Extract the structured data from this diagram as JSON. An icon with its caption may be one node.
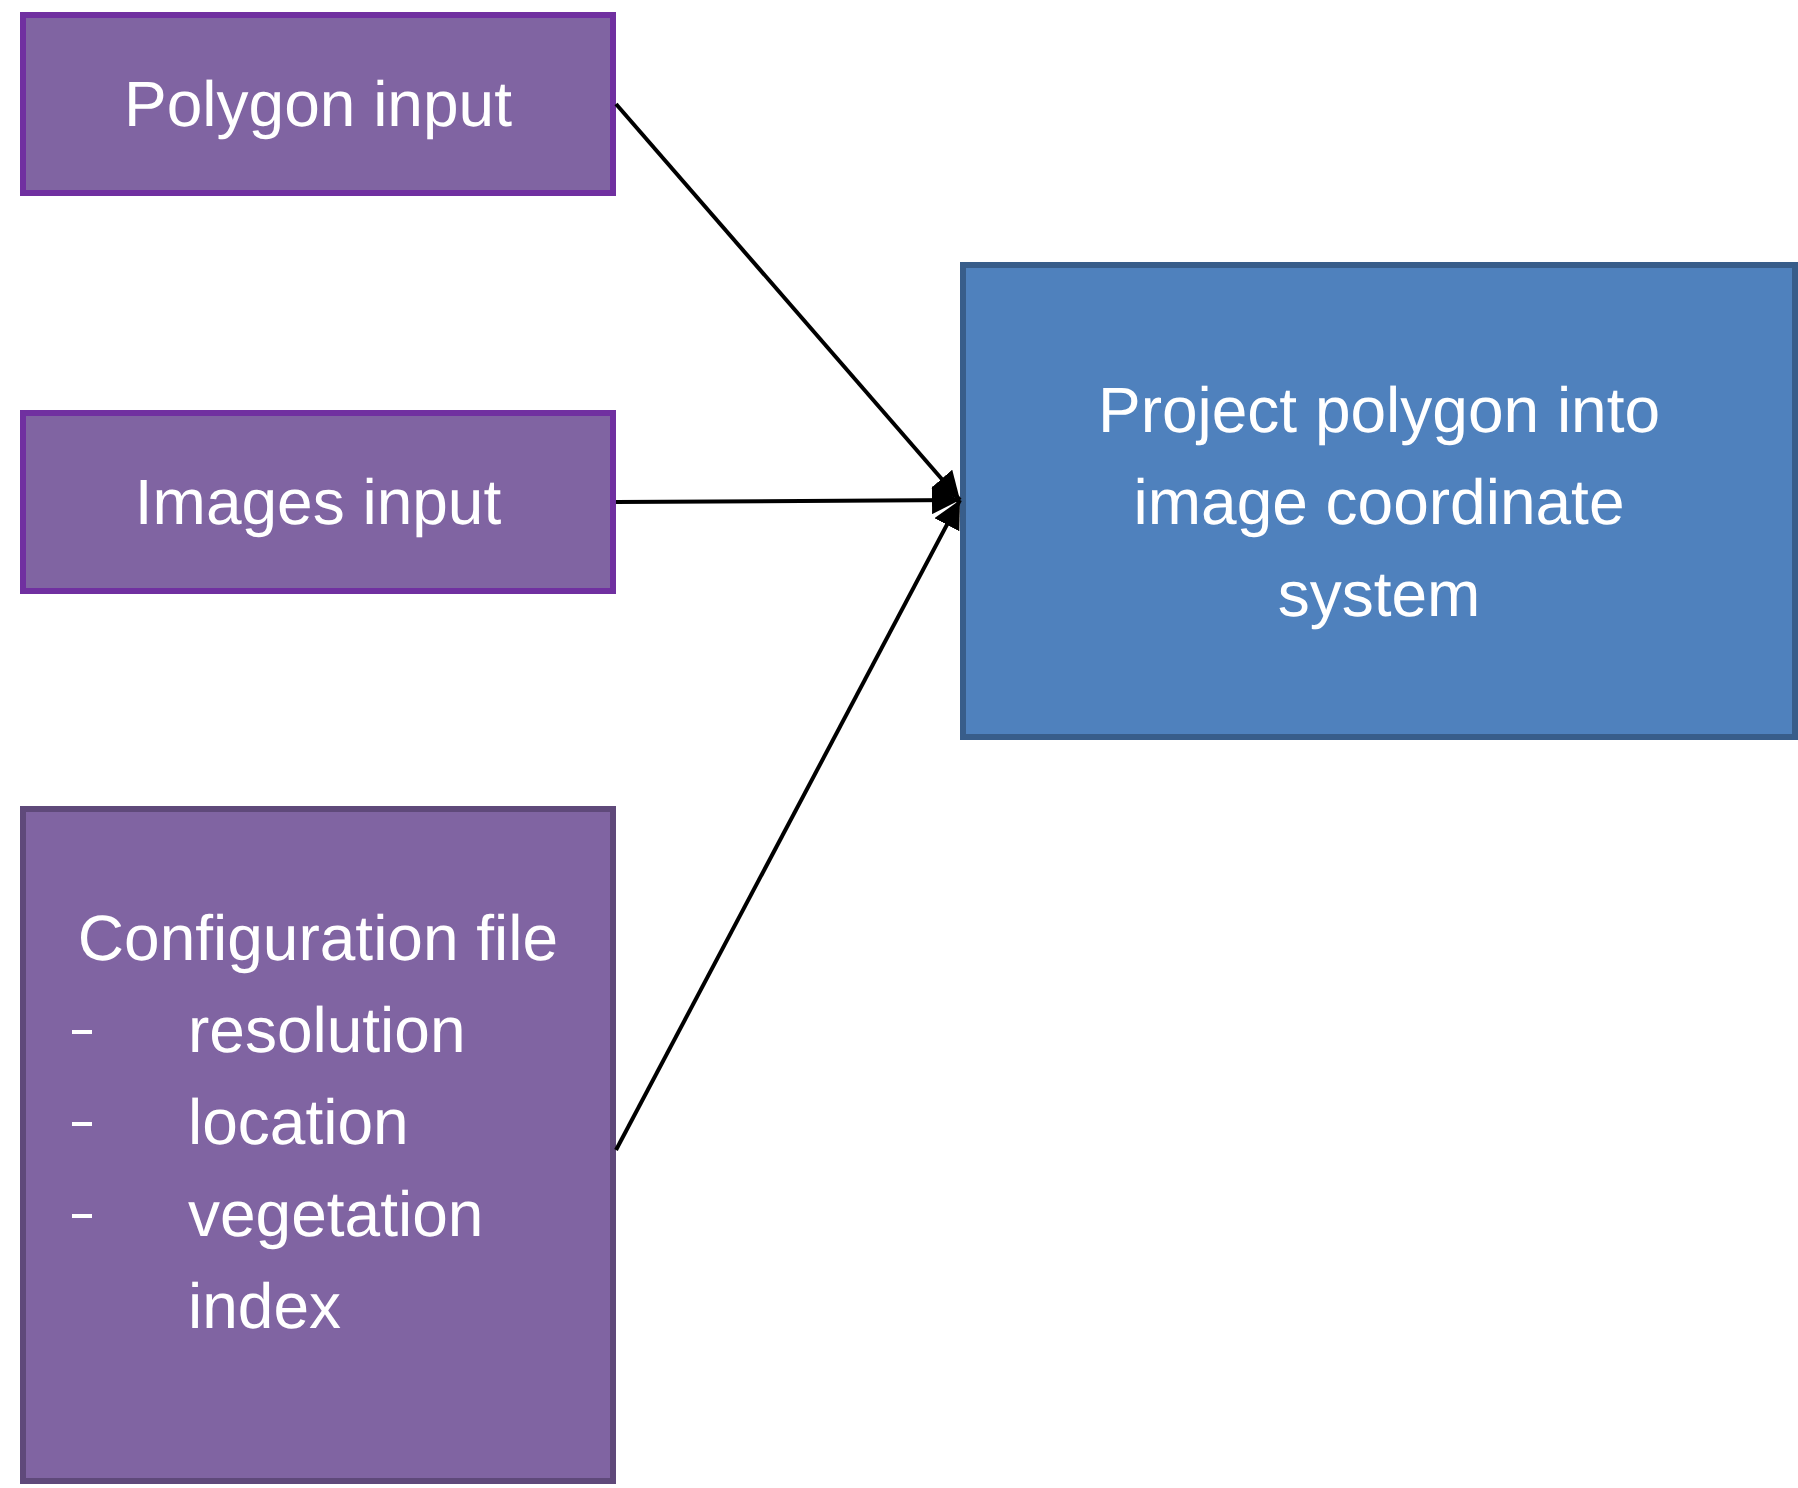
{
  "diagram": {
    "nodes": [
      {
        "text": [
          "Polygon input"
        ]
      },
      {
        "text": [
          "Images input"
        ]
      },
      {
        "text": [
          "Configuration file",
          "resolution",
          "location",
          "vegetation index"
        ]
      },
      {
        "text": [
          "Project polygon into image coordinate system"
        ]
      }
    ],
    "edges": [
      {
        "from": 0,
        "to": 3,
        "arrow": "to"
      },
      {
        "from": 1,
        "to": 3,
        "arrow": "to"
      },
      {
        "from": 2,
        "to": 3,
        "arrow": "to"
      }
    ]
  }
}
